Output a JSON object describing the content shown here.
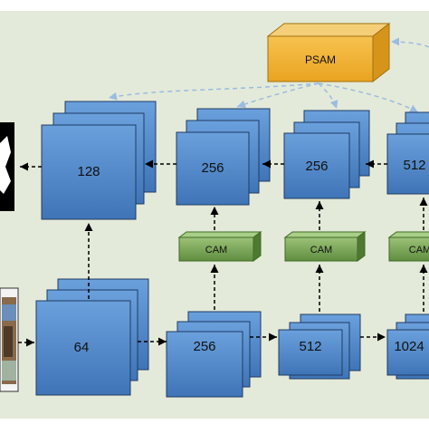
{
  "psam": {
    "label": "PSAM"
  },
  "cam_labels": [
    "CAM",
    "CAM",
    "CAM"
  ],
  "decoder": {
    "labels": [
      "128",
      "256",
      "256",
      "512"
    ]
  },
  "encoder": {
    "labels": [
      "64",
      "256",
      "512",
      "1024"
    ]
  },
  "colors": {
    "background": "#e4ead9",
    "block_fill": "#4f86c6",
    "block_stroke": "#1f3b63",
    "cam_fill": "#7aa55a",
    "psam_fill": "#f2b535",
    "dashed_arrow": "#9bbbe0"
  }
}
